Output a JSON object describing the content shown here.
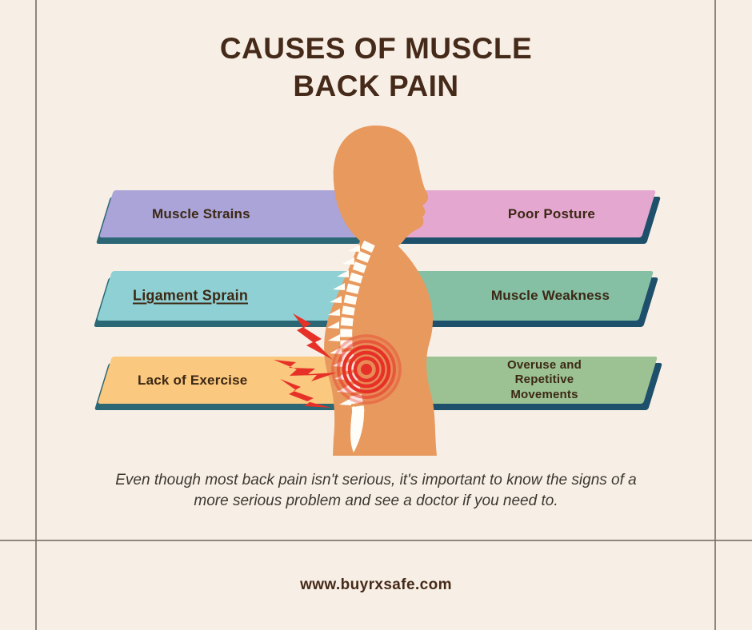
{
  "title": {
    "line1": "CAUSES OF MUSCLE",
    "line2": "BACK PAIN"
  },
  "banners": {
    "muscle_strains": {
      "label": "Muscle Strains",
      "color": "#aaa4d8"
    },
    "poor_posture": {
      "label": "Poor Posture",
      "color": "#e4a8d0"
    },
    "ligament_sprain": {
      "label": "Ligament Sprain",
      "color": "#8fd0d4",
      "underlined": "true"
    },
    "muscle_weakness": {
      "label": "Muscle Weakness",
      "color": "#85bfa4"
    },
    "lack_of_exercise": {
      "label": "Lack of Exercise",
      "color": "#fac87e"
    },
    "overuse_repetitive_movements": {
      "label": "Overuse and Repetitive Movements",
      "color": "#9cc294"
    }
  },
  "colors": {
    "background": "#f7efe5",
    "frame_line": "#7d7468",
    "title_text": "#452a19",
    "banner_text": "#3c2814",
    "banner_shadow_left": "#2b6775",
    "banner_shadow_right": "#1e4f6b",
    "body_skin": "#e8995e",
    "pain_red": "#e63128",
    "spine_white": "#fffdf7",
    "note_text": "#3c3733"
  },
  "note": {
    "text": "Even though most back pain isn't serious, it's important to know the signs of a more serious problem and see a doctor if you need to."
  },
  "footer": {
    "website": "www.buyrxsafe.com"
  }
}
